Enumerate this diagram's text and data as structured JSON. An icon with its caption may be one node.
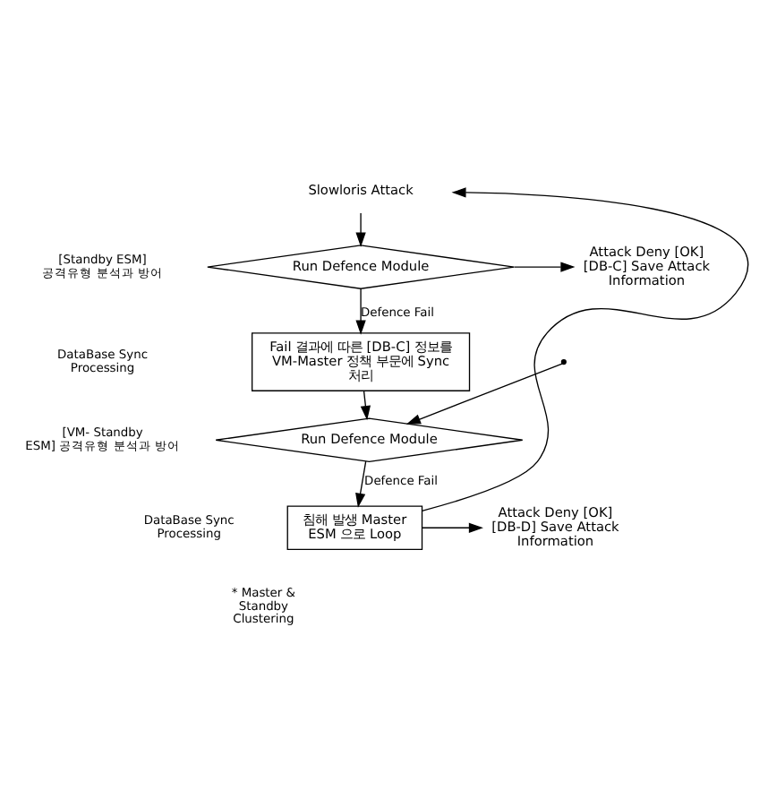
{
  "diagram": {
    "nodes": [
      {
        "text": [
          "Slowloris Attack"
        ]
      },
      {
        "text": [
          "Run Defence Module"
        ]
      },
      {
        "text": [
          "Attack Deny [OK] [DB-C] Save Attack Information"
        ]
      },
      {
        "text": [
          "Fail 결과에 따른 [DB-C] 정보를 VM-Master 정책 부문에 Sync 처리"
        ]
      },
      {
        "text": [
          "Run Defence Module"
        ]
      },
      {
        "text": [
          "침해 발생 Master ESM 으로 Loop"
        ]
      },
      {
        "text": [
          "Attack Deny [OK] [DB-D] Save Attack Information"
        ]
      }
    ],
    "edges": [
      {
        "from": 0,
        "to": 1,
        "arrow": "to"
      },
      {
        "from": 1,
        "to": 2,
        "arrow": "to"
      },
      {
        "from": 1,
        "to": 3,
        "label": "Defence Fail",
        "arrow": "to"
      },
      {
        "from": 3,
        "to": 4,
        "arrow": "to"
      },
      {
        "from": null,
        "to": 4,
        "arrow": "to"
      },
      {
        "from": 4,
        "to": 5,
        "label": "Defence Fail",
        "arrow": "to"
      },
      {
        "from": 5,
        "to": 6,
        "arrow": "to"
      },
      {
        "from": 5,
        "to": null,
        "arrow": "to"
      }
    ],
    "labels": [
      "[Standby ESM] 공격유형 분석과 방어",
      "DataBase Sync Processing",
      "[VM- Standby ESM] 공격유형 분석과 방어",
      "DataBase Sync Processing",
      "* Master & Standby Clustering"
    ]
  }
}
